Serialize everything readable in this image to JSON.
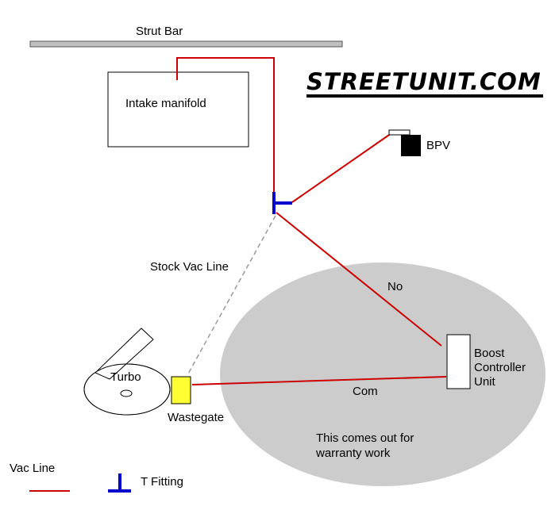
{
  "labels": {
    "strut_bar": "Strut Bar",
    "intake_manifold": "Intake manifold",
    "logo": "STREETUNIT.COM",
    "bpv": "BPV",
    "stock_vac_line": "Stock Vac Line",
    "no": "No",
    "boost_line1": "Boost",
    "boost_line2": "Controller",
    "boost_line3": "Unit",
    "turbo": "Turbo",
    "wastegate": "Wastegate",
    "com": "Com",
    "warranty_line1": "This comes out for",
    "warranty_line2": "warranty work",
    "legend_vac": "Vac Line",
    "legend_t": "T Fitting"
  },
  "colors": {
    "vac_line": "#cc0000",
    "t_fitting": "#0000cc",
    "wastegate": "#ffff33",
    "removable_zone": "#cccccc",
    "strut_bar": "#c0c0c0"
  }
}
